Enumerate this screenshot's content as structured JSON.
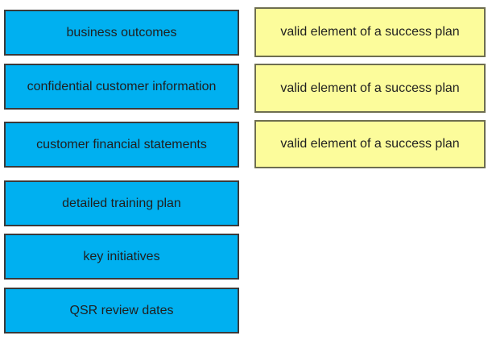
{
  "question": {
    "type": "drag-and-drop-matching",
    "colors": {
      "source_fill": "#00b0f0",
      "source_border": "#3a3a3a",
      "target_fill": "#fcfc9b",
      "target_border": "#6e6e50",
      "text": "#1f1f1f",
      "background": "#ffffff"
    },
    "drag_sources": [
      "business outcomes",
      "confidential customer information",
      "customer financial statements",
      "detailed training plan",
      "key initiatives",
      "QSR review dates"
    ],
    "drop_targets": [
      "valid element of a success plan",
      "valid element of a success plan",
      "valid element of a success plan"
    ]
  }
}
